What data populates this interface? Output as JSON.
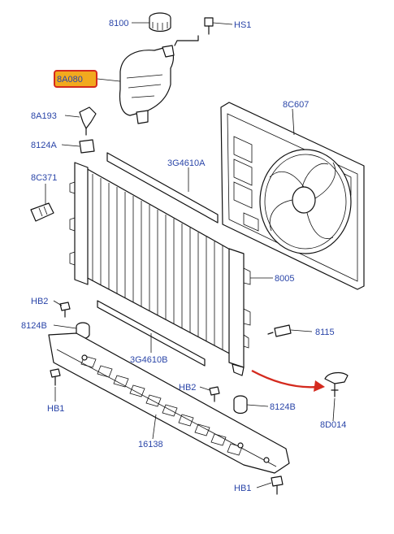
{
  "diagram": {
    "labels": {
      "p8100": "8100",
      "hs1": "HS1",
      "p8a080": "8A080",
      "p8a193": "8A193",
      "p8c607": "8C607",
      "p8124a": "8124A",
      "p3g4610a": "3G4610A",
      "p8c371": "8C371",
      "p8005": "8005",
      "hb2_left": "HB2",
      "p8124b_left": "8124B",
      "p8115": "8115",
      "p3g4610b": "3G4610B",
      "hb2_right": "HB2",
      "p8124b_right": "8124B",
      "hb1_left": "HB1",
      "p8d014": "8D014",
      "p16138": "16138",
      "hb1_bottom": "HB1"
    },
    "colors": {
      "label_text": "#2a45a8",
      "highlight_fill": "#f2a91e",
      "highlight_border": "#d42a1e",
      "arrow": "#d42a1e",
      "line": "#111111"
    }
  }
}
